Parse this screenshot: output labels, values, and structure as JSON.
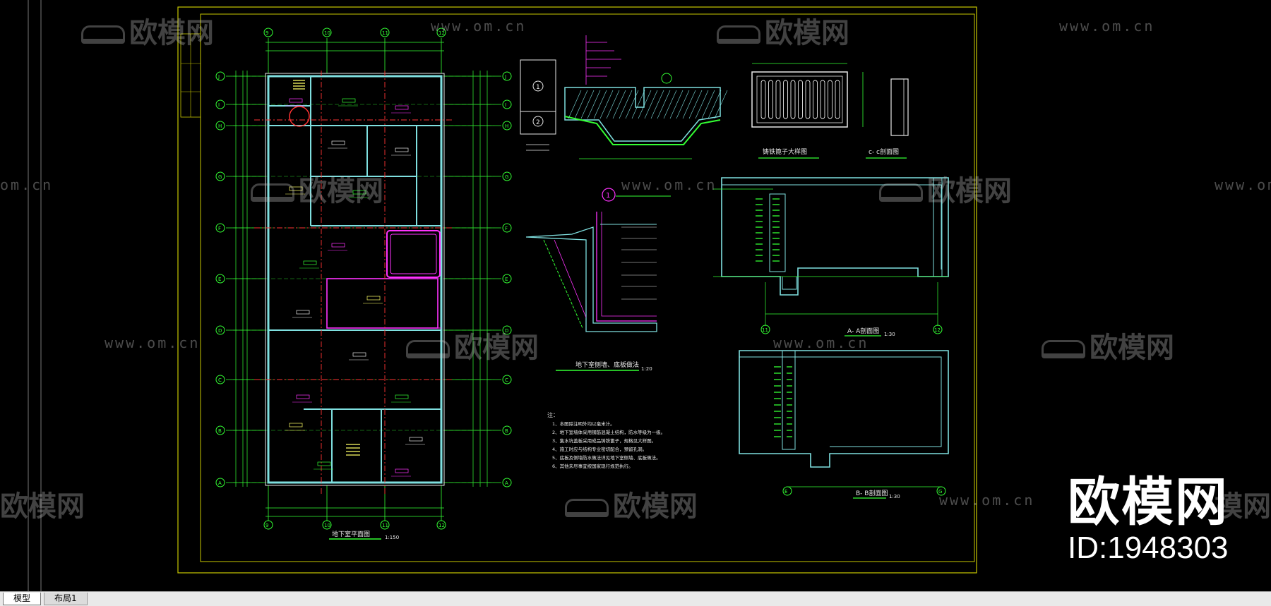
{
  "tabs": {
    "model": "模型",
    "layout1": "布局1"
  },
  "brand": {
    "name": "欧模网",
    "id": "ID:1948303"
  },
  "watermark": {
    "text": "欧模网",
    "url": "www.om.cn",
    "url_partial": "om.cn",
    "text_partial_a": "欧模网",
    "text_partial_b": "模网"
  },
  "drawing": {
    "plan_title": "地下室平面图",
    "plan_scale": "1:150",
    "detail_title": "地下室侧墙、底板做法",
    "detail_scale": "1:20",
    "section_aa": "A- A剖面图",
    "section_aa_scale": "1:30",
    "section_bb": "B- B剖面图",
    "section_bb_scale": "1:30",
    "grate_title": "铸铁篦子大样图",
    "grate_section": "c- c剖面图",
    "notes_head": "注：",
    "notes": [
      "1、本图除注明外均以毫米计。",
      "2、地下室墙体采用钢筋混凝土结构，防水等级为一级。",
      "3、集水坑盖板采用成品铸铁篦子，规格见大样图。",
      "4、施工时应与结构专业密切配合，预留孔洞。",
      "5、底板及侧墙防水做法详见地下室侧墙、底板做法。",
      "6、其他未尽事宜按国家现行规范执行。"
    ],
    "grid_rows": [
      "J",
      "I",
      "H",
      "G",
      "F",
      "E",
      "D",
      "C",
      "B",
      "A"
    ],
    "grid_cols": [
      "9",
      "10",
      "11",
      "12"
    ],
    "detail_markers": [
      "1",
      "2"
    ],
    "sections_grid": {
      "aa": [
        "11",
        "12"
      ],
      "bb": [
        "E",
        "G"
      ]
    }
  },
  "colors": {
    "background": "#000000",
    "green": "#33ff33",
    "cyan": "#7fe0e0",
    "yellow": "#e0e000",
    "red": "#ff3333",
    "magenta": "#ff33ff",
    "white": "#ffffff"
  }
}
